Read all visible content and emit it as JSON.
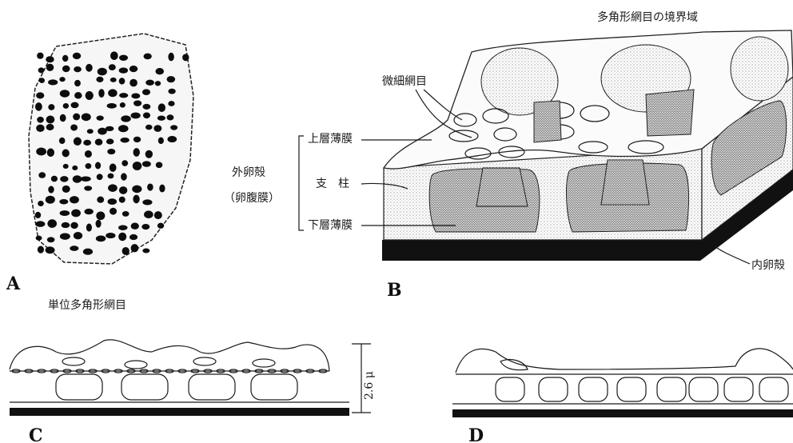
{
  "panels": {
    "a": "A",
    "b": "B",
    "c": "C",
    "d": "D"
  },
  "labels": {
    "boundary_region": "多角形網目の境界域",
    "fine_mesh": "微細網目",
    "upper_layer": "上層薄膜",
    "pillar": "支　柱",
    "lower_layer": "下層薄膜",
    "outer_shell": "外卵殻",
    "outer_shell_note": "（卵腹膜）",
    "inner_shell": "内卵殻",
    "unit_mesh": "単位多角形網目",
    "scale": "2.6 μ"
  },
  "colors": {
    "ink": "#1a1a1a",
    "stipple": "#8a8a8a",
    "paper": "#ffffff"
  }
}
